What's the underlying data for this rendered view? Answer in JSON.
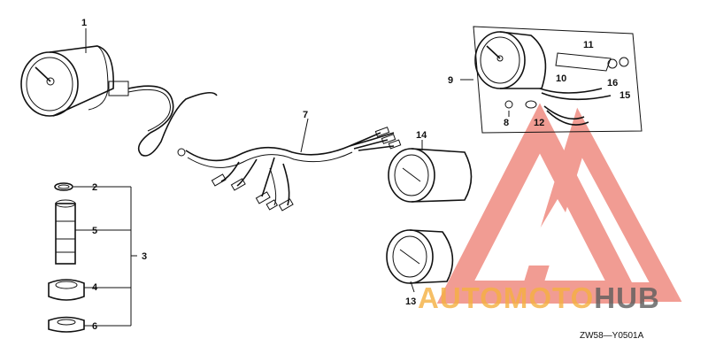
{
  "diagram": {
    "callouts": [
      {
        "id": "1",
        "label": "1"
      },
      {
        "id": "2",
        "label": "2"
      },
      {
        "id": "3",
        "label": "3"
      },
      {
        "id": "4",
        "label": "4"
      },
      {
        "id": "5",
        "label": "5"
      },
      {
        "id": "6",
        "label": "6"
      },
      {
        "id": "7",
        "label": "7"
      },
      {
        "id": "8",
        "label": "8"
      },
      {
        "id": "9",
        "label": "9"
      },
      {
        "id": "10",
        "label": "10"
      },
      {
        "id": "11",
        "label": "11"
      },
      {
        "id": "12",
        "label": "12"
      },
      {
        "id": "13",
        "label": "13"
      },
      {
        "id": "14",
        "label": "14"
      },
      {
        "id": "15",
        "label": "15"
      },
      {
        "id": "16",
        "label": "16"
      }
    ],
    "reference_code": "ZW58—Y0501A"
  },
  "watermark": {
    "word_part1": "AUTOMOTO",
    "word_part2": "HUB",
    "color_orange": "#f5b041",
    "color_red": "#e74c3c",
    "color_gray": "#5d5d5d"
  }
}
